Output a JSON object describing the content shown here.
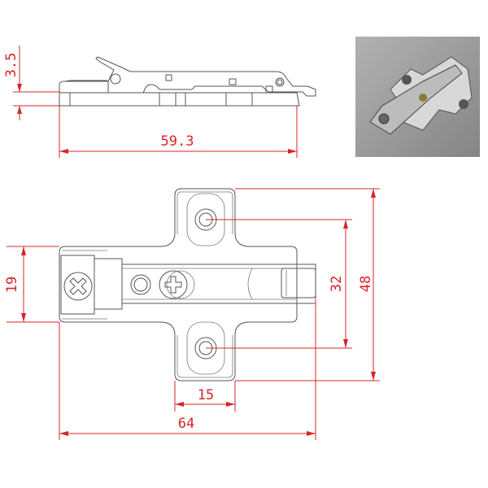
{
  "title": "Hinge mounting plate dimension drawing",
  "dimensions": {
    "plate_thickness": "3.5",
    "side_length": "59.3",
    "body_width": "19",
    "wing_width": "15",
    "overall_length": "64",
    "hole_spacing": "32",
    "overall_height": "48"
  },
  "colors": {
    "dimension": "#d8242a",
    "outline": "#555555",
    "photo_bg": "#9a9a9a"
  }
}
